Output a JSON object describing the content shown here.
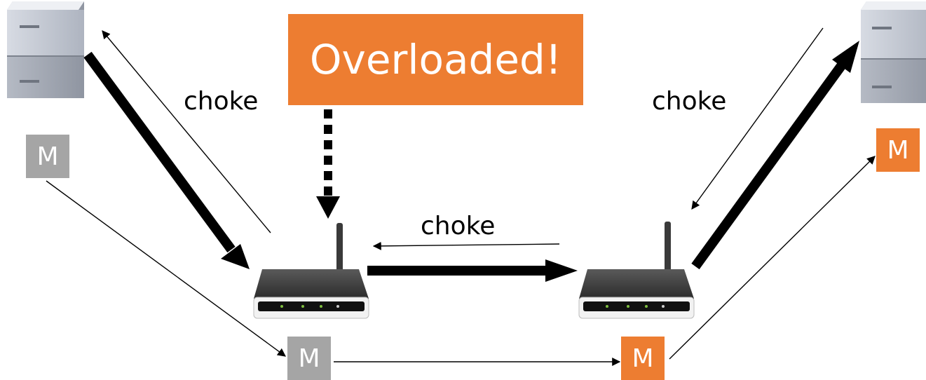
{
  "overload_label": "Overloaded!",
  "choke_labels": {
    "left": "choke",
    "right": "choke",
    "middle": "choke"
  },
  "message_label": "M",
  "colors": {
    "orange": "#ED7D31",
    "gray": "#A5A5A5",
    "arrow": "#000000"
  },
  "icons": [
    "server-icon",
    "router-icon"
  ]
}
